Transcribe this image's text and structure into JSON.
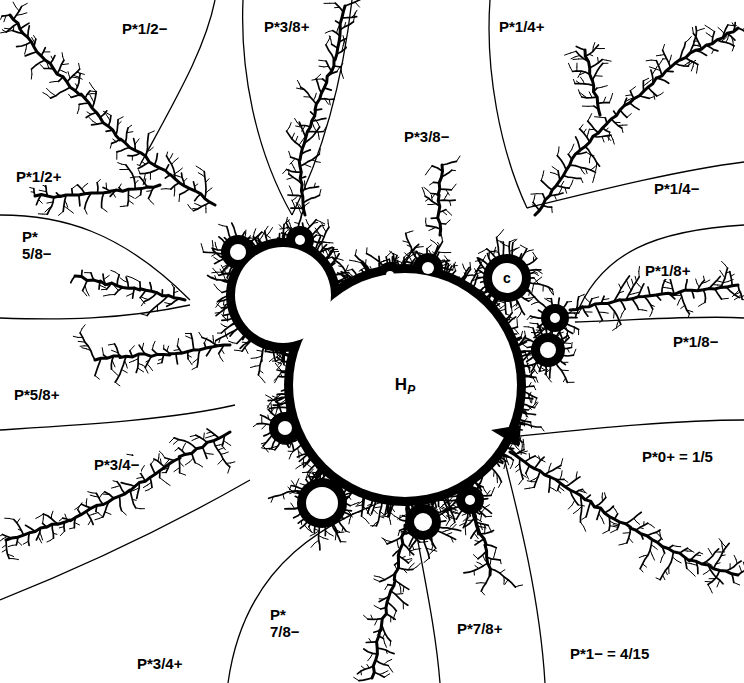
{
  "diagram": {
    "nodes": [
      {
        "text": [
          "c"
        ]
      },
      {
        "text": [
          "H",
          "P"
        ]
      }
    ],
    "labels": [
      "P*1/2−",
      "P*3/8+",
      "P*1/4+",
      "P*3/8−",
      "P*1/2+",
      "P*1/4−",
      "P* 5/8−",
      "P*1/8+",
      "P*1/8−",
      "P*5/8+",
      "P*0+ = 1/5",
      "P*3/4−",
      "P*3/4+",
      "P* 7/8−",
      "P*7/8+",
      "P*1− = 4/15"
    ]
  }
}
